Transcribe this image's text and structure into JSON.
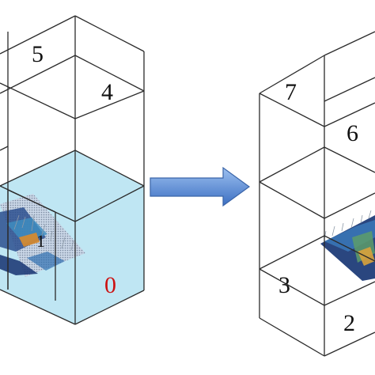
{
  "left_cube": {
    "highlight_color": "#bfe6f3",
    "labels": {
      "cell5": "5",
      "cell4": "4",
      "cell1": "1",
      "cell0": "0"
    }
  },
  "right_cube": {
    "labels": {
      "cell7": "7",
      "cell6": "6",
      "cell3": "3",
      "cell2": "2"
    }
  },
  "arrow": {
    "fill_color": "#5b8fd6"
  }
}
